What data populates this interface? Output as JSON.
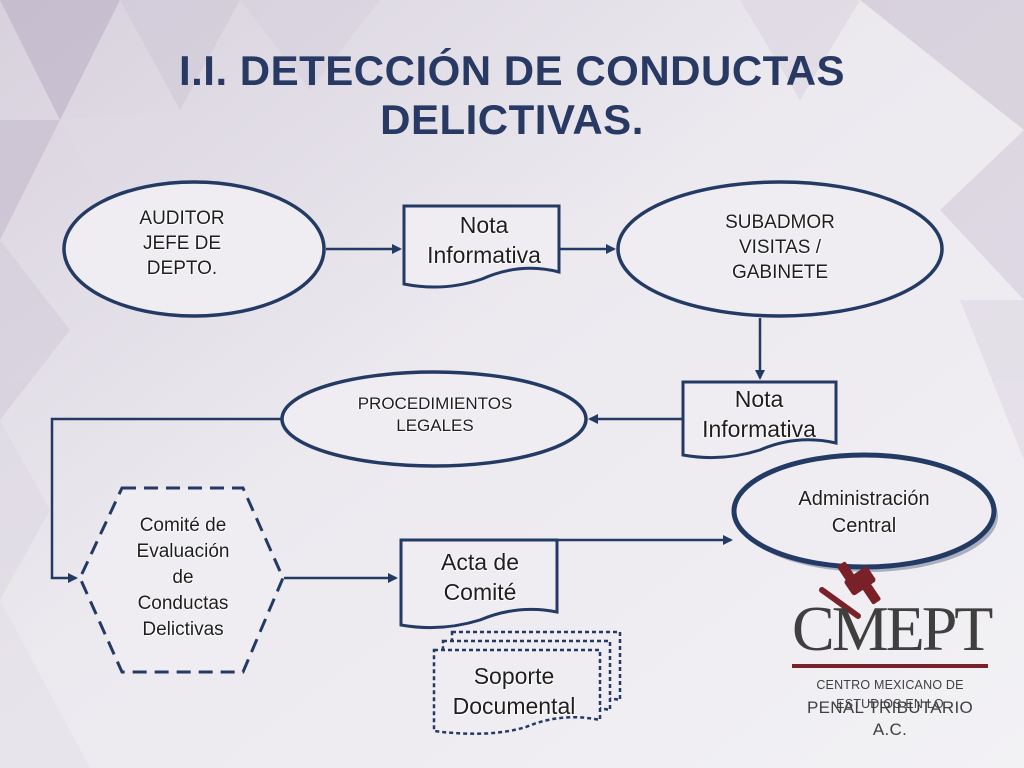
{
  "title": {
    "line1": "I.I. DETECCIÓN DE CONDUCTAS",
    "line2": "DELICTIVAS."
  },
  "nodes": {
    "auditor": {
      "lines": [
        "AUDITOR",
        "JEFE DE",
        "DEPTO."
      ]
    },
    "nota_informativa_1": {
      "lines": [
        "Nota",
        "Informativa"
      ]
    },
    "subadmor": {
      "lines": [
        "SUBADMOR",
        "VISITAS /",
        "GABINETE"
      ]
    },
    "nota_informativa_2": {
      "lines": [
        "Nota",
        "Informativa"
      ]
    },
    "procedimientos": {
      "lines": [
        "PROCEDIMIENTOS",
        "LEGALES"
      ]
    },
    "comite": {
      "lines": [
        "Comité de",
        "Evaluación",
        "de",
        "Conductas",
        "Delictivas"
      ]
    },
    "administracion": {
      "lines": [
        "Administración",
        "Central"
      ]
    },
    "acta": {
      "lines": [
        "Acta de",
        "Comité"
      ]
    },
    "soporte": {
      "lines": [
        "Soporte",
        "Documental"
      ]
    }
  },
  "logo": {
    "wordmark": "CMEPT",
    "org_line1": "CENTRO MEXICANO DE ESTUDIOS EN LO",
    "org_line2": "PENAL TRIBUTARIO A.C."
  },
  "colors": {
    "navy": "#233a64",
    "title": "#283a63",
    "maroon": "#7a2028",
    "logo_gray": "#3f3f3f"
  }
}
